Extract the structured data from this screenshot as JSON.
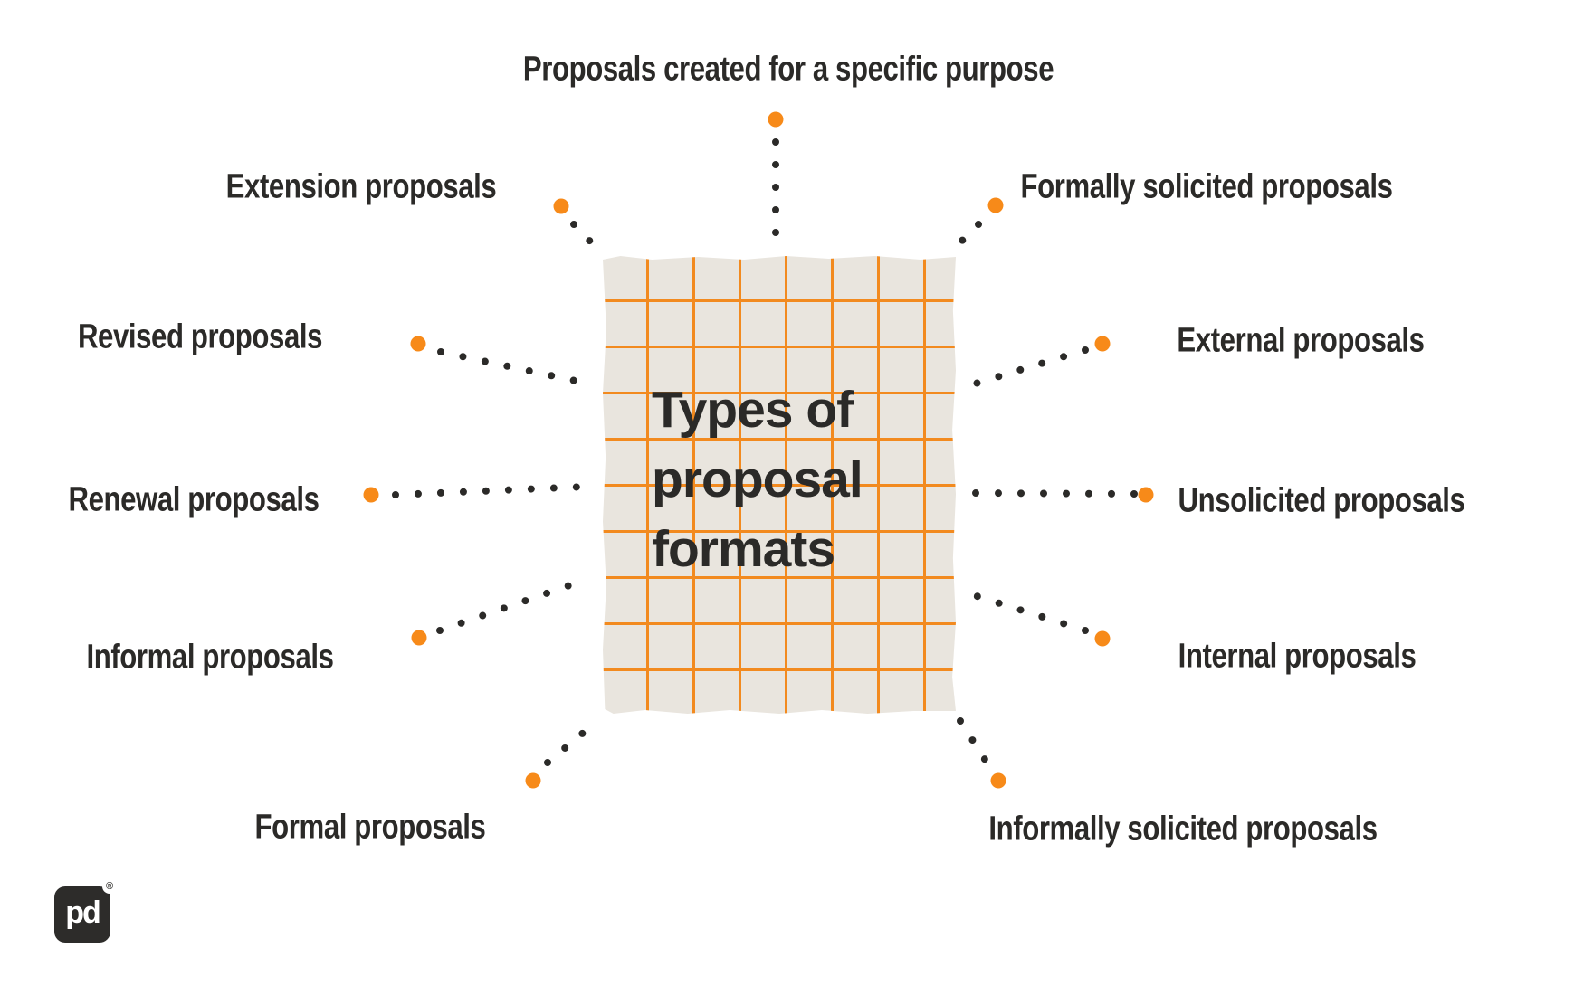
{
  "center": {
    "title": "Types of proposal formats",
    "title_lines": [
      "Types of",
      "proposal",
      "formats"
    ]
  },
  "labels": {
    "top": "Proposals created for a specific purpose",
    "extension": "Extension proposals",
    "formally_solicited": "Formally solicited proposals",
    "revised": "Revised proposals",
    "external": "External proposals",
    "renewal": "Renewal proposals",
    "unsolicited": "Unsolicited proposals",
    "informal": "Informal proposals",
    "internal": "Internal proposals",
    "formal": "Formal proposals",
    "informally_solicited": "Informally solicited proposals"
  },
  "logo": {
    "text": "pd",
    "registered_mark": "®"
  },
  "colors": {
    "accent_orange": "#f78a19",
    "grid_line_orange": "#f28a1f",
    "panel_beige": "#e9e5de",
    "text_dark": "#2b2a28",
    "logo_background": "#2d2c2a"
  }
}
